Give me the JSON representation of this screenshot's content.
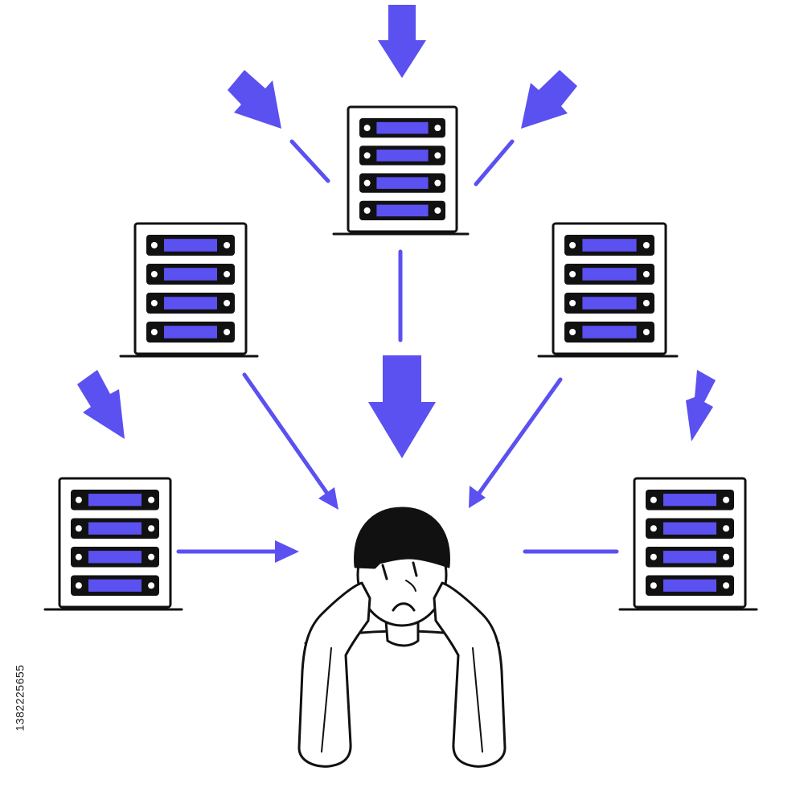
{
  "colors": {
    "accent": "#5b50f0",
    "ink": "#111111",
    "background": "#ffffff"
  },
  "diagram": {
    "nodes": [
      {
        "name": "server-top",
        "icon": "server-rack-icon"
      },
      {
        "name": "server-upper-left",
        "icon": "server-rack-icon"
      },
      {
        "name": "server-upper-right",
        "icon": "server-rack-icon"
      },
      {
        "name": "server-lower-left",
        "icon": "server-rack-icon"
      },
      {
        "name": "server-lower-right",
        "icon": "server-rack-icon"
      },
      {
        "name": "stressed-person",
        "icon": "stressed-person-icon"
      }
    ],
    "edges": [
      {
        "from": "server-top",
        "to": "stressed-person"
      },
      {
        "from": "server-upper-left",
        "to": "stressed-person"
      },
      {
        "from": "server-upper-right",
        "to": "stressed-person"
      },
      {
        "from": "server-lower-left",
        "to": "stressed-person"
      },
      {
        "from": "server-lower-right",
        "to": "stressed-person"
      }
    ]
  },
  "watermark": {
    "stock_id": "1382225655"
  }
}
